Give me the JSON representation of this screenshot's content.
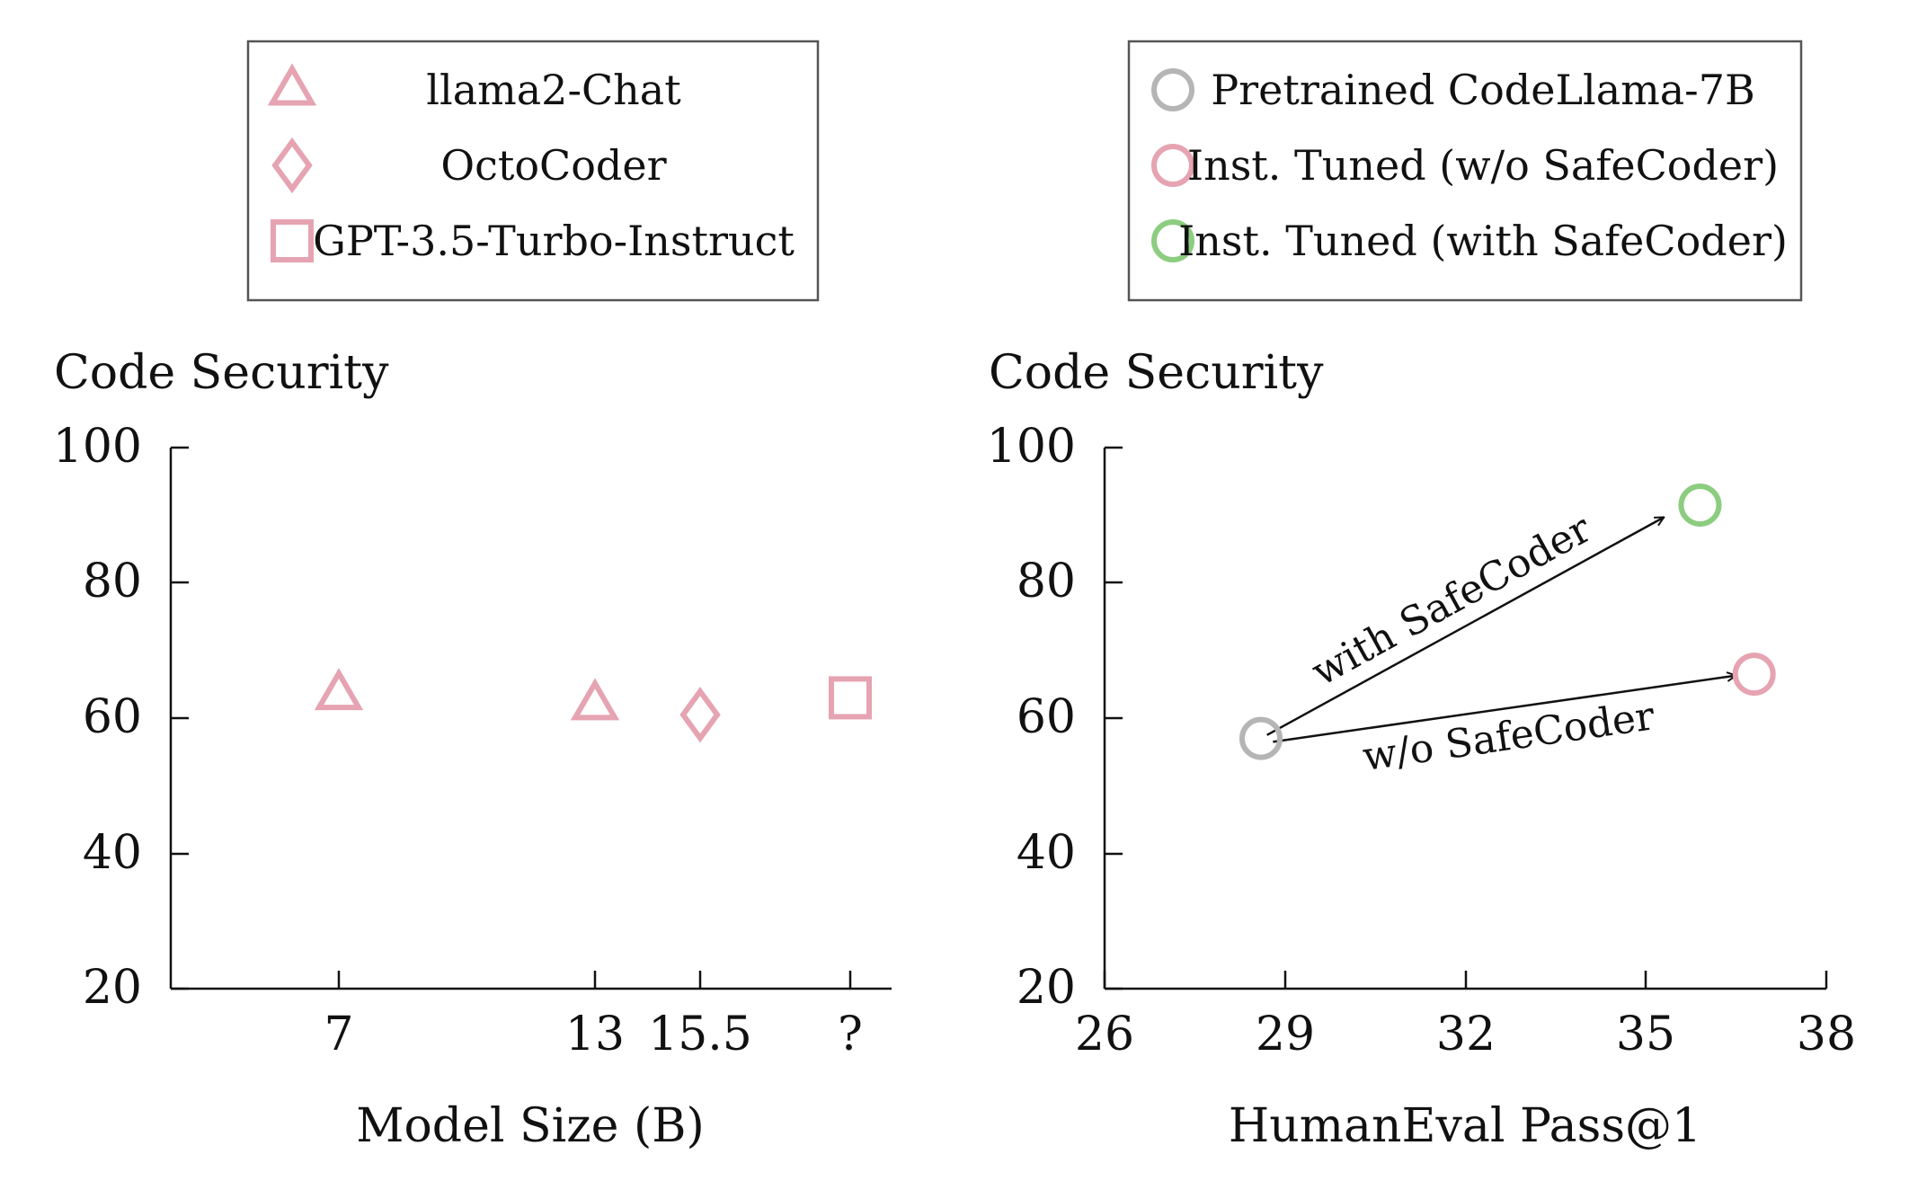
{
  "colors": {
    "pink": "#e6a3b1",
    "gray": "#b5b5b5",
    "green": "#8ccd80",
    "axis": "#111111",
    "legend_border": "#555555"
  },
  "chart_data": [
    {
      "type": "scatter",
      "ylabel": "Code Security",
      "xlabel": "Model Size (B)",
      "ylim": [
        20,
        100
      ],
      "y_ticks": [
        "20",
        "40",
        "60",
        "80",
        "100"
      ],
      "x_ticks": [
        "7",
        "13",
        "15.5",
        "?"
      ],
      "legend": [
        {
          "label": "llama2-Chat",
          "marker": "triangle"
        },
        {
          "label": "OctoCoder",
          "marker": "diamond"
        },
        {
          "label": "GPT-3.5-Turbo-Instruct",
          "marker": "square"
        }
      ],
      "points": [
        {
          "series": "llama2-Chat",
          "x": "7",
          "y": 63.5,
          "marker": "triangle"
        },
        {
          "series": "llama2-Chat",
          "x": "13",
          "y": 62,
          "marker": "triangle"
        },
        {
          "series": "OctoCoder",
          "x": "15.5",
          "y": 60.5,
          "marker": "diamond"
        },
        {
          "series": "GPT-3.5-Turbo-Instruct",
          "x": "?",
          "y": 63,
          "marker": "square"
        }
      ]
    },
    {
      "type": "scatter",
      "ylabel": "Code Security",
      "xlabel": "HumanEval Pass@1",
      "xlim": [
        26,
        38
      ],
      "ylim": [
        20,
        100
      ],
      "x_ticks": [
        "26",
        "29",
        "32",
        "35",
        "38"
      ],
      "y_ticks": [
        "20",
        "40",
        "60",
        "80",
        "100"
      ],
      "legend": [
        {
          "label": "Pretrained CodeLlama-7B",
          "color": "gray"
        },
        {
          "label": "Inst. Tuned (w/o SafeCoder)",
          "color": "pink"
        },
        {
          "label": "Inst. Tuned (with SafeCoder)",
          "color": "green"
        }
      ],
      "points": [
        {
          "series": "Pretrained CodeLlama-7B",
          "x": 28.6,
          "y": 57,
          "color": "gray"
        },
        {
          "series": "Inst. Tuned (w/o SafeCoder)",
          "x": 36.8,
          "y": 66.5,
          "color": "pink"
        },
        {
          "series": "Inst. Tuned (with SafeCoder)",
          "x": 35.9,
          "y": 91.5,
          "color": "green"
        }
      ],
      "annotations": [
        {
          "text": "with SafeCoder",
          "from": [
            28.7,
            57.5
          ],
          "to": [
            35.3,
            89.7
          ]
        },
        {
          "text": "w/o SafeCoder",
          "from": [
            28.8,
            56.5
          ],
          "to": [
            36.5,
            66.3
          ]
        }
      ]
    }
  ]
}
